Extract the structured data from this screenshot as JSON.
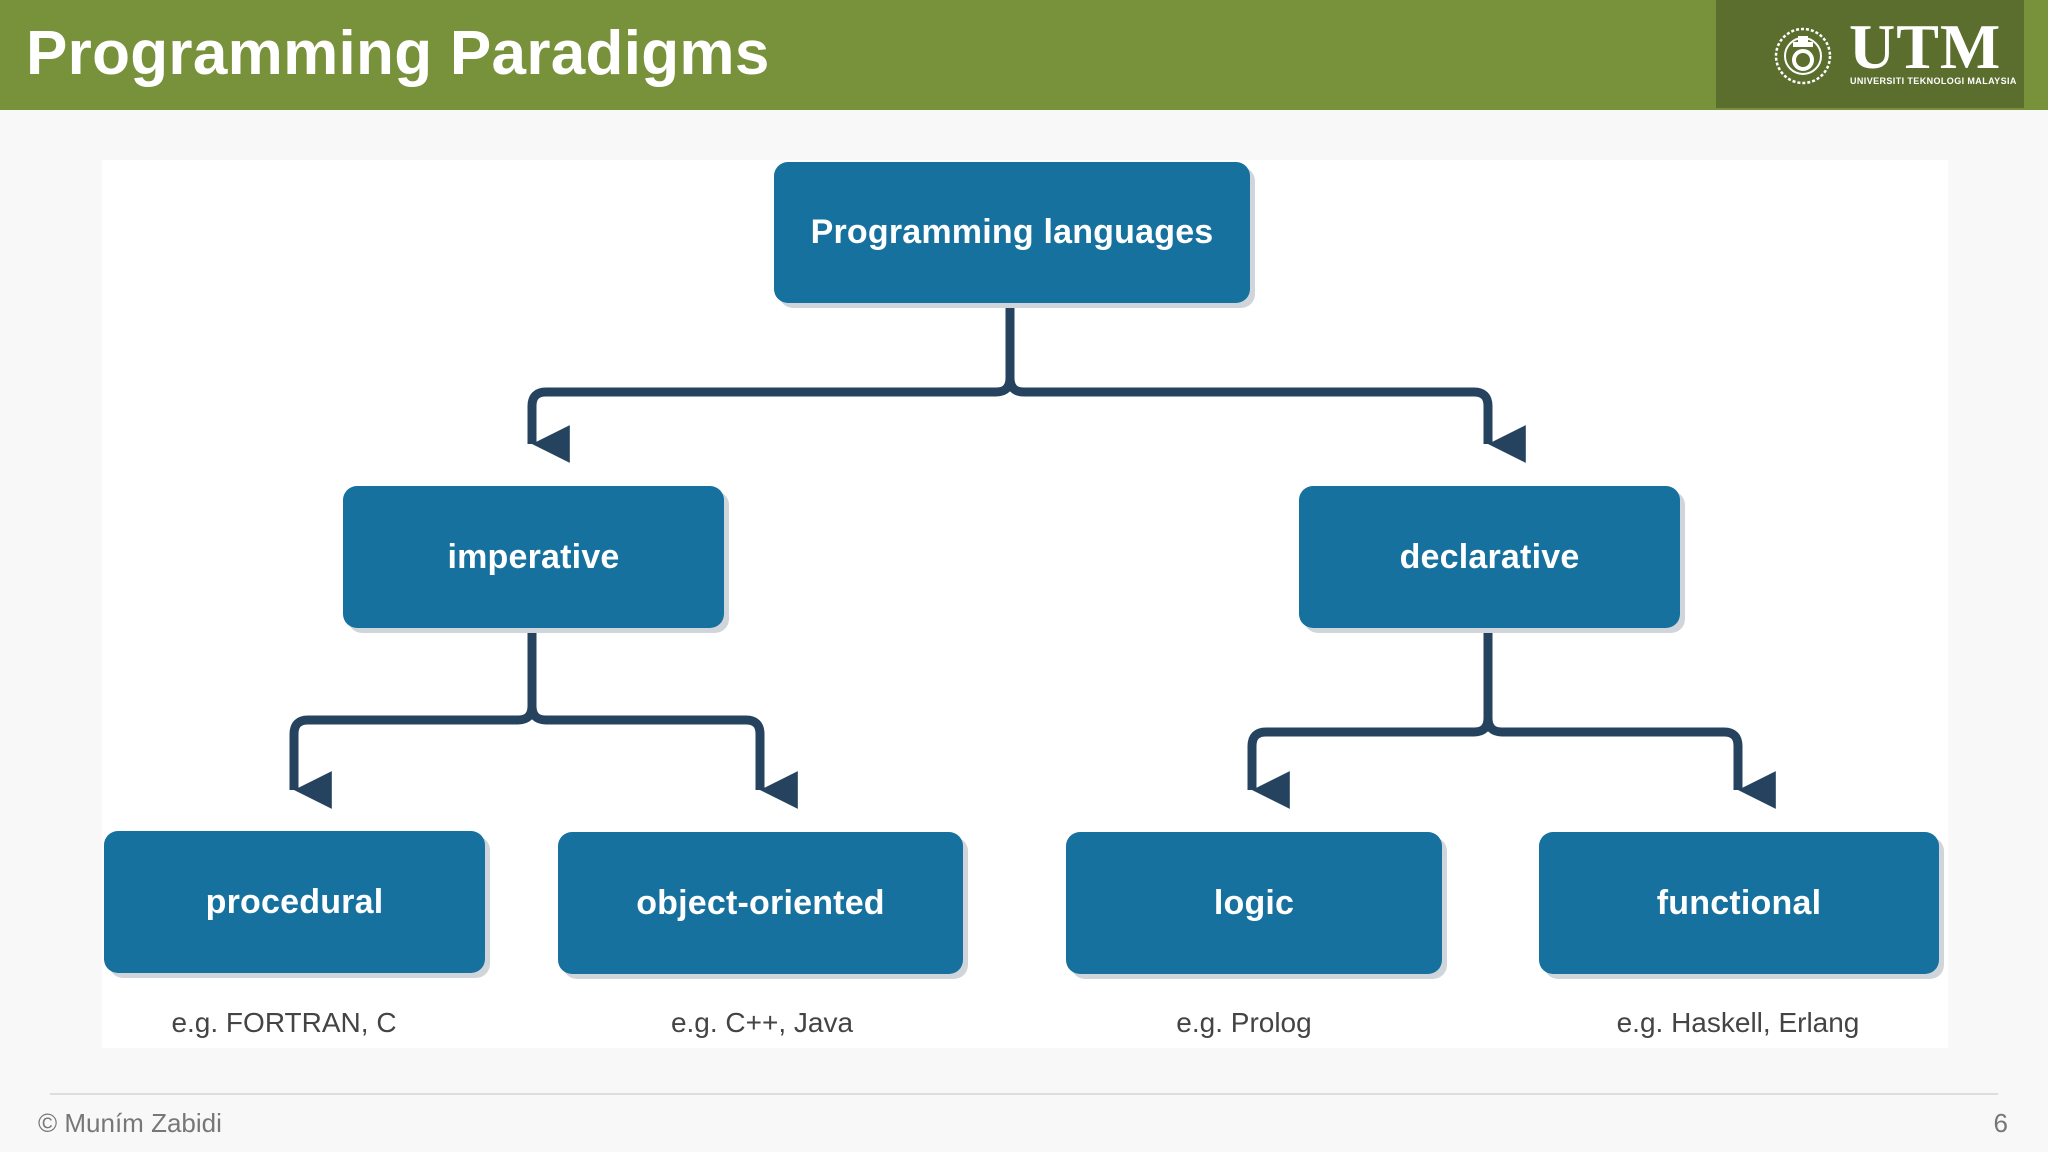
{
  "slide": {
    "title": "Programming Paradigms",
    "page_number": "6",
    "footer": "© Muním Zabidi"
  },
  "logo": {
    "name": "UTM",
    "subtitle": "UNIVERSITI TEKNOLOGI MALAYSIA"
  },
  "diagram": {
    "root": "Programming languages",
    "level1": [
      "imperative",
      "declarative"
    ],
    "level2": [
      "procedural",
      "object-oriented",
      "logic",
      "functional"
    ],
    "examples": [
      "e.g. FORTRAN, C",
      "e.g. C++, Java",
      "e.g. Prolog",
      "e.g. Haskell, Erlang"
    ]
  },
  "colors": {
    "header": "#78923c",
    "logo_background": "#5b6e2e",
    "node": "#16719e",
    "connector": "#25435f"
  }
}
